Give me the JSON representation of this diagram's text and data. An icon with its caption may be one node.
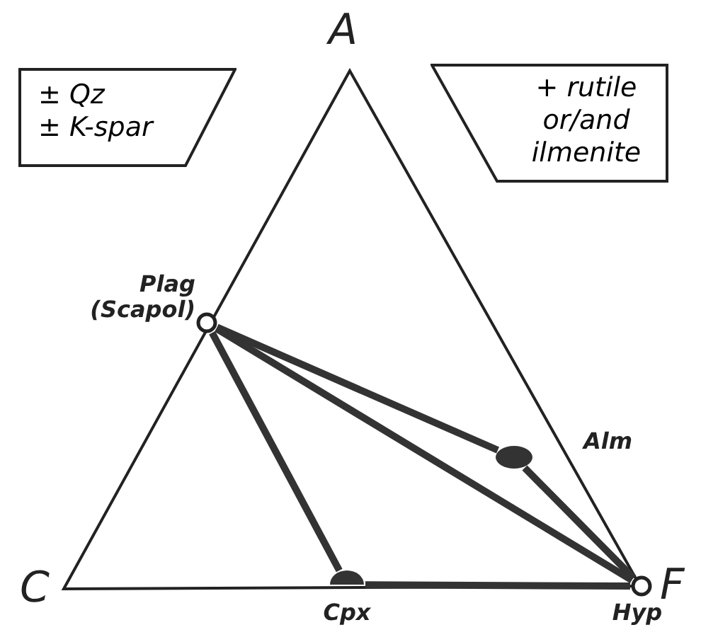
{
  "diagram": {
    "nodes": [
      {
        "text": [
          "± Qz",
          "± K-spar"
        ]
      },
      {
        "text": [
          "+ rutile or/and ilmenite"
        ]
      },
      {
        "text": [],
        "shape": "circle",
        "beside": [
          "Plag (Scapol)"
        ]
      },
      {
        "text": [],
        "shape": "ellipse",
        "beside": [
          "Alm"
        ]
      },
      {
        "text": [],
        "shape": "semicircle",
        "beside": [
          "Cpx"
        ]
      },
      {
        "text": [],
        "shape": "circle",
        "beside": [
          "Hyp"
        ]
      }
    ],
    "edges": [
      {
        "from": 2,
        "to": 3,
        "arrow": "none"
      },
      {
        "from": 2,
        "to": 5,
        "arrow": "none"
      },
      {
        "from": 2,
        "to": 4,
        "arrow": "none"
      },
      {
        "from": 4,
        "to": 5,
        "arrow": "none"
      },
      {
        "from": 3,
        "to": 5,
        "arrow": "none"
      }
    ],
    "labels": [
      "A",
      "C",
      "F"
    ]
  }
}
